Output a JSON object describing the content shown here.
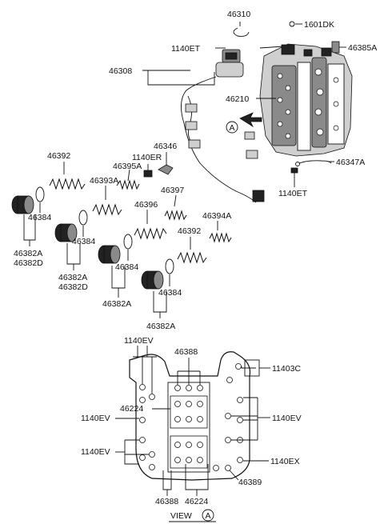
{
  "callouts": {
    "p46310": "46310",
    "p1601DK": "1601DK",
    "p1140ET_top": "1140ET",
    "p46385A": "46385A",
    "p46308": "46308",
    "p46210": "46210",
    "p46346": "46346",
    "p1140ER": "1140ER",
    "p46395A": "46395A",
    "p46392_a": "46392",
    "p46393A": "46393A",
    "p46347A": "46347A",
    "p1140ET_bot": "1140ET",
    "p46397": "46397",
    "p46396": "46396",
    "p46394A": "46394A",
    "p46384_a": "46384",
    "p46382A_a": "46382A",
    "p46382D_a": "46382D",
    "p46384_b": "46384",
    "p46392_b": "46392",
    "p46382A_b": "46382A",
    "p46382D_b": "46382D",
    "p46384_c": "46384",
    "p46382A_c": "46382A",
    "p46384_d": "46384",
    "p46382A_d": "46382A"
  },
  "view_a": {
    "p1140EV_top": "1140EV",
    "p46388_top": "46388",
    "p11403C": "11403C",
    "p46224_left": "46224",
    "p1140EV_left1": "1140EV",
    "p1140EV_right": "1140EV",
    "p1140EV_left2": "1140EV",
    "p1140EX": "1140EX",
    "p46389": "46389",
    "p46388_bot": "46388",
    "p46224_bot": "46224",
    "view_label": "VIEW",
    "view_marker": "A"
  },
  "arrow_marker": "A",
  "icons": [
    "view-marker-circle-icon",
    "direction-arrow-icon",
    "connector-icon"
  ]
}
